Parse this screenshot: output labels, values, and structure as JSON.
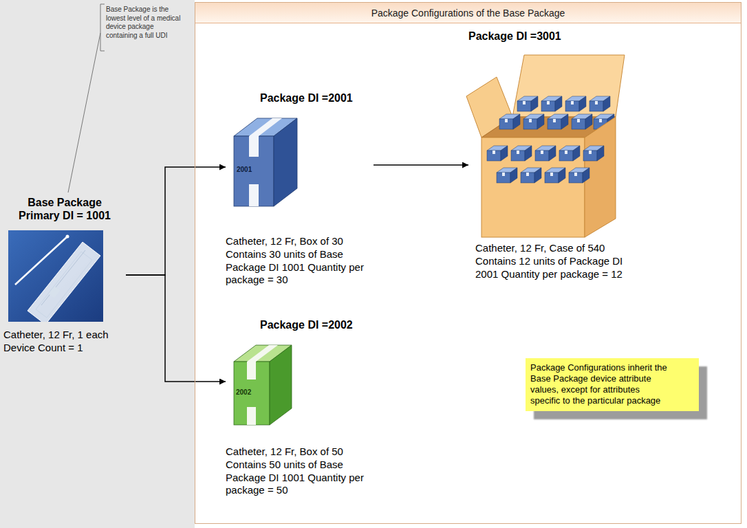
{
  "diagram": {
    "nodes": [
      {
        "text": [
          "Base Package Primary DI = 1001",
          "Catheter, 12 Fr, 1 each Device Count = 1"
        ]
      },
      {
        "text": [
          "Package Configurations of the Base Package"
        ]
      },
      {
        "text": [
          "Package DI =2001",
          "2001",
          "Catheter, 12 Fr, Box of 30 Contains 30 units of Base Package DI 1001 Quantity per package = 30"
        ],
        "in": 1
      },
      {
        "text": [
          "Package DI =3001",
          "Catheter, 12 Fr, Case of 540 Contains 12 units of Package DI 2001 Quantity per package = 12"
        ],
        "in": 1
      },
      {
        "text": [
          "Package DI =2002",
          "2002",
          "Catheter, 12 Fr, Box of 50 Contains 50 units of Base Package DI 1001 Quantity per package = 50"
        ],
        "in": 1
      },
      {
        "text": [
          "Package Configurations inherit the Base Package device attribute values, except for attributes specific to the particular package"
        ],
        "in": 1
      }
    ],
    "edges": [
      {
        "from": 0,
        "to": 2,
        "arrow": "to"
      },
      {
        "from": 0,
        "to": 4,
        "arrow": "to"
      },
      {
        "from": 2,
        "to": 3,
        "arrow": "to"
      }
    ],
    "labels": [
      "Base Package is the lowest level of a medical device package containing a full UDI"
    ]
  }
}
